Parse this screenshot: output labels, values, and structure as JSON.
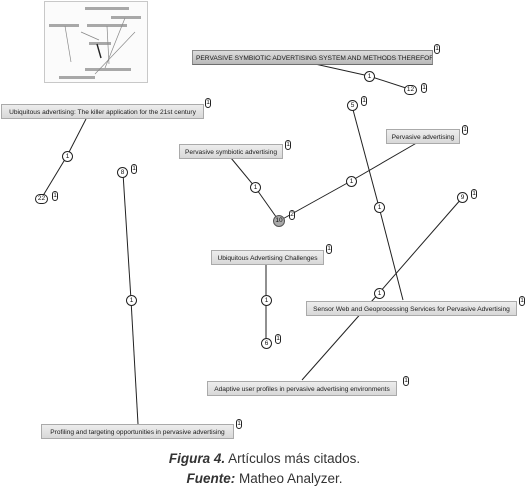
{
  "nodes": {
    "pervasive_symbiotic_system": "PERVASIVE SYMBIOTIC ADVERTISING SYSTEM AND METHODS THEREFOR",
    "ubiquitous_advertising": "Ubiquitous advertising: The killer application for the 21st century",
    "pervasive_symbiotic": "Pervasive symbiotic advertising",
    "pervasive_advertising": "Pervasive advertising",
    "ubiquitous_challenges": "Ubiquitous Advertising Challenges",
    "sensor_web": "Sensor Web and Geoprocessing Services for Pervasive Advertising",
    "adaptive_profiles": "Adaptive user profiles in pervasive advertising environments",
    "profiling_targeting": "Profiling and targeting opportunities in pervasive advertising"
  },
  "badges": {
    "one": "1",
    "two": "2",
    "five": "5",
    "six": "6",
    "eight": "8",
    "nine": "9",
    "ten": "10",
    "twelve": "12",
    "twenty_two": "22"
  },
  "caption": {
    "figure_label": "Figura 4.",
    "figure_title": " Artículos más citados.",
    "source_label": "Fuente:",
    "source_value": " Matheo Analyzer."
  }
}
